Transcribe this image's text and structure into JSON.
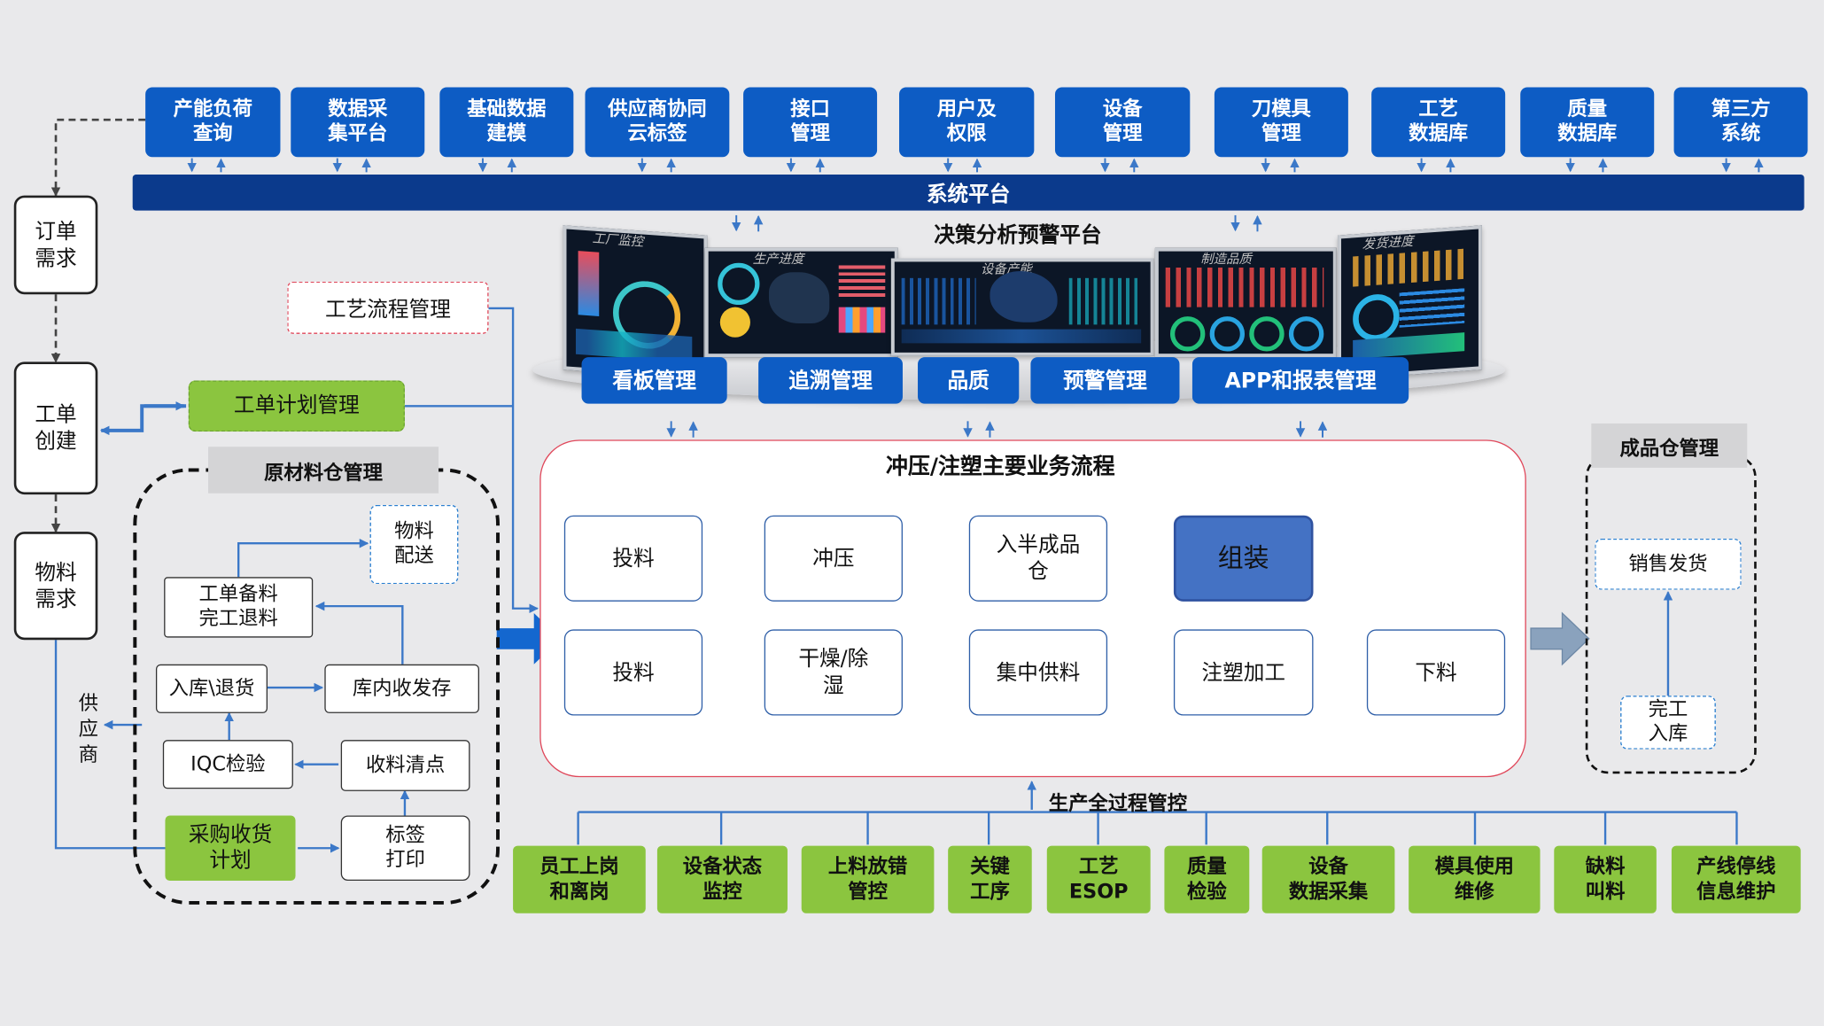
{
  "top_modules": [
    "产能负荷\n查询",
    "数据采\n集平台",
    "基础数据\n建模",
    "供应商协同\n云标签",
    "接口\n管理",
    "用户及\n权限",
    "设备\n管理",
    "刀模具\n管理",
    "工艺\n数据库",
    "质量\n数据库",
    "第三方\n系统"
  ],
  "system_platform": "系统平台",
  "decision_platform": "决策分析预警平台",
  "monitor_captions": [
    "工厂监控",
    "生产进度",
    "设备产能",
    "制造品质",
    "发货进度"
  ],
  "dashboard_tabs": [
    "看板管理",
    "追溯管理",
    "品质",
    "预警管理",
    "APP和报表管理"
  ],
  "left_flow": {
    "order_demand": "订单\n需求",
    "work_order_create": "工单\n创建",
    "material_demand": "物料\n需求",
    "supplier": "供\n应\n商"
  },
  "process_mgmt": "工艺流程管理",
  "work_plan_mgmt": "工单计划管理",
  "raw_warehouse": {
    "title": "原材料仓管理",
    "material_dispatch": "物料\n配送",
    "prep_return": "工单备料\n完工退料",
    "instock_return": "入库\\退货",
    "inventory": "库内收发存",
    "iqc": "IQC检验",
    "count": "收料清点",
    "purchase_plan": "采购收货\n计划",
    "label_print": "标签\n打印"
  },
  "main_process": {
    "title": "冲压/注塑主要业务流程",
    "row1": [
      "投料",
      "冲压",
      "入半成品\n仓",
      "组装"
    ],
    "row2": [
      "投料",
      "干燥/除\n湿",
      "集中供料",
      "注塑加工",
      "下料"
    ]
  },
  "finished_warehouse": {
    "title": "成品仓管理",
    "sales_shipping": "销售发货",
    "finish_instock": "完工\n入库"
  },
  "production_control": "生产全过程管控",
  "bottom_modules": [
    "员工上岗\n和离岗",
    "设备状态\n监控",
    "上料放错\n管控",
    "关键\n工序",
    "工艺\nESOP",
    "质量\n检验",
    "设备\n数据采集",
    "模具使用\n维修",
    "缺料\n叫料",
    "产线停线\n信息维护"
  ],
  "colors": {
    "blue": "#0d5cc4",
    "navy": "#0b3a8c",
    "green": "#8bc53f",
    "line": "#3b78c8",
    "red_border": "#e0475a",
    "pale_blue": "#4472c4",
    "background": "#e9e9eb"
  }
}
